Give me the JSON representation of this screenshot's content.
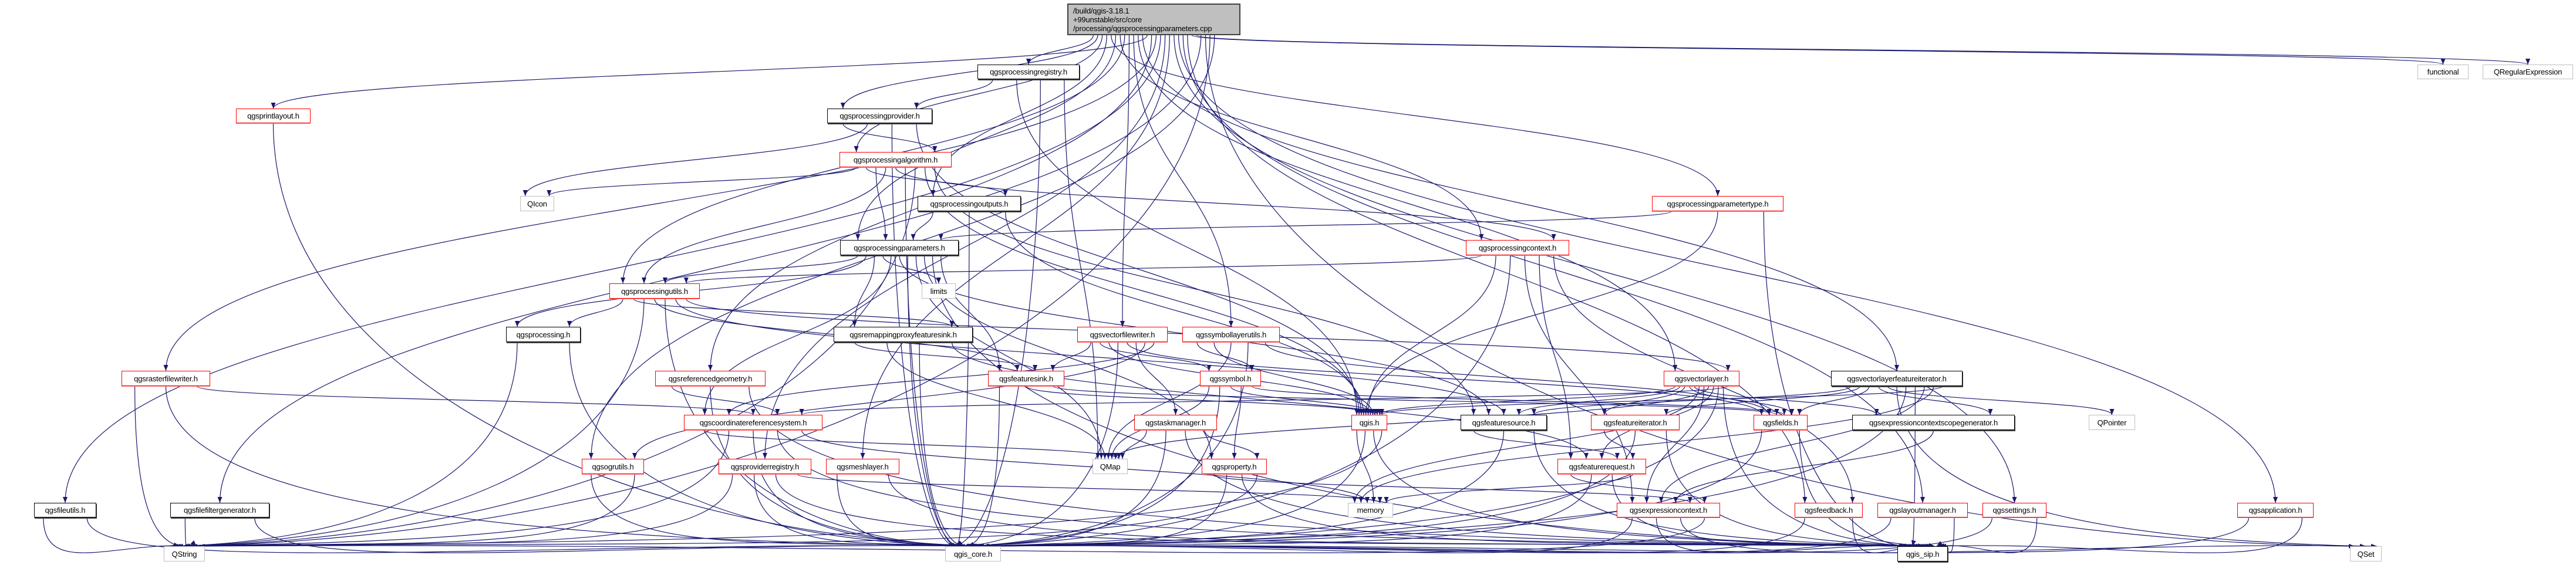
{
  "colors": {
    "edge": "#191970",
    "root_fill": "#bfbfbf",
    "truncated_border": "#ff0000",
    "documented_border": "#000000",
    "external_border": "#bfbfbf"
  },
  "graph": {
    "nodes": [
      {
        "id": "cpp",
        "label": "/build/qgis-3.18.1\n+99unstable/src/core\n/processing/qgsprocessingparameters.cpp",
        "kind": "root"
      },
      {
        "id": "reg",
        "label": "qgsprocessingregistry.h",
        "kind": "documented"
      },
      {
        "id": "functional",
        "label": "functional",
        "kind": "external"
      },
      {
        "id": "qre",
        "label": "QRegularExpression",
        "kind": "external"
      },
      {
        "id": "printlayout",
        "label": "qgsprintlayout.h",
        "kind": "truncated"
      },
      {
        "id": "provider",
        "label": "qgsprocessingprovider.h",
        "kind": "documented"
      },
      {
        "id": "algorithm",
        "label": "qgsprocessingalgorithm.h",
        "kind": "truncated"
      },
      {
        "id": "qicon",
        "label": "QIcon",
        "kind": "external"
      },
      {
        "id": "outputs",
        "label": "qgsprocessingoutputs.h",
        "kind": "documented"
      },
      {
        "id": "ptype",
        "label": "qgsprocessingparametertype.h",
        "kind": "truncated"
      },
      {
        "id": "params",
        "label": "qgsprocessingparameters.h",
        "kind": "documented"
      },
      {
        "id": "context",
        "label": "qgsprocessingcontext.h",
        "kind": "truncated"
      },
      {
        "id": "utils",
        "label": "qgsprocessingutils.h",
        "kind": "truncated"
      },
      {
        "id": "limits",
        "label": "limits",
        "kind": "external"
      },
      {
        "id": "processing",
        "label": "qgsprocessing.h",
        "kind": "documented"
      },
      {
        "id": "remap",
        "label": "qgsremappingproxyfeaturesink.h",
        "kind": "documented"
      },
      {
        "id": "vfw",
        "label": "qgsvectorfilewriter.h",
        "kind": "truncated"
      },
      {
        "id": "slu",
        "label": "qgssymbollayerutils.h",
        "kind": "truncated"
      },
      {
        "id": "rfw",
        "label": "qgsrasterfilewriter.h",
        "kind": "truncated"
      },
      {
        "id": "refgeom",
        "label": "qgsreferencedgeometry.h",
        "kind": "truncated"
      },
      {
        "id": "fsink",
        "label": "qgsfeaturesink.h",
        "kind": "truncated"
      },
      {
        "id": "symbol",
        "label": "qgssymbol.h",
        "kind": "truncated"
      },
      {
        "id": "vlayer",
        "label": "qgsvectorlayer.h",
        "kind": "truncated"
      },
      {
        "id": "vlfi",
        "label": "qgsvectorlayerfeatureiterator.h",
        "kind": "documented"
      },
      {
        "id": "crs",
        "label": "qgscoordinatereferencesystem.h",
        "kind": "truncated"
      },
      {
        "id": "task",
        "label": "qgstaskmanager.h",
        "kind": "truncated"
      },
      {
        "id": "qgis",
        "label": "qgis.h",
        "kind": "truncated"
      },
      {
        "id": "fsource",
        "label": "qgsfeaturesource.h",
        "kind": "documented"
      },
      {
        "id": "fiter",
        "label": "qgsfeatureiterator.h",
        "kind": "truncated"
      },
      {
        "id": "fields",
        "label": "qgsfields.h",
        "kind": "truncated"
      },
      {
        "id": "ecsg",
        "label": "qgsexpressioncontextscopegenerator.h",
        "kind": "documented"
      },
      {
        "id": "qpointer",
        "label": "QPointer",
        "kind": "external"
      },
      {
        "id": "ogr",
        "label": "qgsogrutils.h",
        "kind": "truncated"
      },
      {
        "id": "provreg",
        "label": "qgsproviderregistry.h",
        "kind": "truncated"
      },
      {
        "id": "mesh",
        "label": "qgsmeshlayer.h",
        "kind": "truncated"
      },
      {
        "id": "qmap",
        "label": "QMap",
        "kind": "external"
      },
      {
        "id": "property",
        "label": "qgsproperty.h",
        "kind": "truncated"
      },
      {
        "id": "freq",
        "label": "qgsfeaturerequest.h",
        "kind": "truncated"
      },
      {
        "id": "fileutils",
        "label": "qgsfileutils.h",
        "kind": "documented"
      },
      {
        "id": "ffg",
        "label": "qgsfilefiltergenerator.h",
        "kind": "documented"
      },
      {
        "id": "memory",
        "label": "memory",
        "kind": "external"
      },
      {
        "id": "ectx",
        "label": "qgsexpressioncontext.h",
        "kind": "truncated"
      },
      {
        "id": "feedback",
        "label": "qgsfeedback.h",
        "kind": "truncated"
      },
      {
        "id": "layoutmgr",
        "label": "qgslayoutmanager.h",
        "kind": "truncated"
      },
      {
        "id": "settings",
        "label": "qgssettings.h",
        "kind": "truncated"
      },
      {
        "id": "app",
        "label": "qgsapplication.h",
        "kind": "truncated"
      },
      {
        "id": "qstring",
        "label": "QString",
        "kind": "external"
      },
      {
        "id": "core",
        "label": "qgis_core.h",
        "kind": "external"
      },
      {
        "id": "sip",
        "label": "qgis_sip.h",
        "kind": "documented"
      },
      {
        "id": "qset",
        "label": "QSet",
        "kind": "external"
      }
    ],
    "edges": [
      [
        "cpp",
        "reg"
      ],
      [
        "cpp",
        "provider"
      ],
      [
        "cpp",
        "algorithm"
      ],
      [
        "cpp",
        "outputs"
      ],
      [
        "cpp",
        "ptype"
      ],
      [
        "cpp",
        "params"
      ],
      [
        "cpp",
        "context"
      ],
      [
        "cpp",
        "utils"
      ],
      [
        "cpp",
        "vfw"
      ],
      [
        "cpp",
        "slu"
      ],
      [
        "cpp",
        "vlayer"
      ],
      [
        "cpp",
        "vlfi"
      ],
      [
        "cpp",
        "printlayout"
      ],
      [
        "cpp",
        "refgeom"
      ],
      [
        "cpp",
        "rfw"
      ],
      [
        "cpp",
        "fileutils"
      ],
      [
        "cpp",
        "provreg"
      ],
      [
        "cpp",
        "mesh"
      ],
      [
        "cpp",
        "settings"
      ],
      [
        "cpp",
        "app"
      ],
      [
        "cpp",
        "layoutmgr"
      ],
      [
        "cpp",
        "feedback"
      ],
      [
        "cpp",
        "functional"
      ],
      [
        "cpp",
        "qre"
      ],
      [
        "cpp",
        "ffg"
      ],
      [
        "cpp",
        "qset"
      ],
      [
        "cpp",
        "qstring"
      ],
      [
        "cpp",
        "ogr"
      ],
      [
        "reg",
        "provider"
      ],
      [
        "reg",
        "qgis"
      ],
      [
        "reg",
        "core"
      ],
      [
        "reg",
        "qmap"
      ],
      [
        "provider",
        "algorithm"
      ],
      [
        "provider",
        "qicon"
      ],
      [
        "provider",
        "core"
      ],
      [
        "provider",
        "qgis"
      ],
      [
        "algorithm",
        "qicon"
      ],
      [
        "algorithm",
        "outputs"
      ],
      [
        "algorithm",
        "params"
      ],
      [
        "algorithm",
        "utils"
      ],
      [
        "algorithm",
        "context"
      ],
      [
        "algorithm",
        "core"
      ],
      [
        "algorithm",
        "qstring"
      ],
      [
        "algorithm",
        "qgis"
      ],
      [
        "algorithm",
        "fsource"
      ],
      [
        "outputs",
        "params"
      ],
      [
        "outputs",
        "core"
      ],
      [
        "outputs",
        "qgis"
      ],
      [
        "ptype",
        "params"
      ],
      [
        "ptype",
        "qgis"
      ],
      [
        "ptype",
        "sip"
      ],
      [
        "params",
        "utils"
      ],
      [
        "params",
        "processing"
      ],
      [
        "params",
        "remap"
      ],
      [
        "params",
        "limits"
      ],
      [
        "params",
        "crs"
      ],
      [
        "params",
        "fsource"
      ],
      [
        "params",
        "core"
      ],
      [
        "params",
        "qmap"
      ],
      [
        "params",
        "property"
      ],
      [
        "params",
        "sip"
      ],
      [
        "params",
        "fsink"
      ],
      [
        "context",
        "utils"
      ],
      [
        "context",
        "qgis"
      ],
      [
        "context",
        "core"
      ],
      [
        "context",
        "ectx"
      ],
      [
        "context",
        "freq"
      ],
      [
        "context",
        "feedback"
      ],
      [
        "utils",
        "processing"
      ],
      [
        "utils",
        "remap"
      ],
      [
        "utils",
        "qstring"
      ],
      [
        "utils",
        "fsink"
      ],
      [
        "utils",
        "core"
      ],
      [
        "utils",
        "fsource"
      ],
      [
        "utils",
        "vlayer"
      ],
      [
        "processing",
        "qstring"
      ],
      [
        "processing",
        "core"
      ],
      [
        "remap",
        "fsink"
      ],
      [
        "remap",
        "qmap"
      ],
      [
        "remap",
        "core"
      ],
      [
        "remap",
        "freq"
      ],
      [
        "vfw",
        "fsink"
      ],
      [
        "vfw",
        "symbol"
      ],
      [
        "vfw",
        "qgis"
      ],
      [
        "vfw",
        "core"
      ],
      [
        "vfw",
        "fields"
      ],
      [
        "vfw",
        "task"
      ],
      [
        "vfw",
        "ogr"
      ],
      [
        "vfw",
        "crs"
      ],
      [
        "slu",
        "symbol"
      ],
      [
        "slu",
        "qgis"
      ],
      [
        "slu",
        "qmap"
      ],
      [
        "slu",
        "core"
      ],
      [
        "slu",
        "fields"
      ],
      [
        "rfw",
        "qstring"
      ],
      [
        "rfw",
        "core"
      ],
      [
        "rfw",
        "crs"
      ],
      [
        "refgeom",
        "crs"
      ],
      [
        "refgeom",
        "core"
      ],
      [
        "refgeom",
        "sip"
      ],
      [
        "fsink",
        "core"
      ],
      [
        "fsink",
        "qgis"
      ],
      [
        "fsink",
        "fields"
      ],
      [
        "symbol",
        "qmap"
      ],
      [
        "symbol",
        "core"
      ],
      [
        "symbol",
        "qgis"
      ],
      [
        "symbol",
        "property"
      ],
      [
        "symbol",
        "fields"
      ],
      [
        "vlayer",
        "qgis"
      ],
      [
        "vlayer",
        "fsource"
      ],
      [
        "vlayer",
        "fiter"
      ],
      [
        "vlayer",
        "fields"
      ],
      [
        "vlayer",
        "ecsg"
      ],
      [
        "vlayer",
        "freq"
      ],
      [
        "vlayer",
        "ectx"
      ],
      [
        "vlayer",
        "qmap"
      ],
      [
        "vlayer",
        "memory"
      ],
      [
        "vlayer",
        "core"
      ],
      [
        "vlayer",
        "sip"
      ],
      [
        "vlayer",
        "crs"
      ],
      [
        "vlfi",
        "fsource"
      ],
      [
        "vlfi",
        "fiter"
      ],
      [
        "vlfi",
        "fields"
      ],
      [
        "vlfi",
        "ecsg"
      ],
      [
        "vlfi",
        "qpointer"
      ],
      [
        "vlfi",
        "qset"
      ],
      [
        "vlfi",
        "core"
      ],
      [
        "vlfi",
        "sip"
      ],
      [
        "vlfi",
        "ectx"
      ],
      [
        "vlfi",
        "memory"
      ],
      [
        "vlfi",
        "qgis"
      ],
      [
        "crs",
        "qmap"
      ],
      [
        "crs",
        "qstring"
      ],
      [
        "crs",
        "core"
      ],
      [
        "crs",
        "sip"
      ],
      [
        "crs",
        "memory"
      ],
      [
        "task",
        "qmap"
      ],
      [
        "task",
        "core"
      ],
      [
        "task",
        "sip"
      ],
      [
        "task",
        "property"
      ],
      [
        "qgis",
        "memory"
      ],
      [
        "qgis",
        "core"
      ],
      [
        "qgis",
        "sip"
      ],
      [
        "qgis",
        "qstring"
      ],
      [
        "fsource",
        "freq"
      ],
      [
        "fsource",
        "core"
      ],
      [
        "fsource",
        "sip"
      ],
      [
        "fiter",
        "freq"
      ],
      [
        "fiter",
        "core"
      ],
      [
        "fiter",
        "sip"
      ],
      [
        "fields",
        "core"
      ],
      [
        "fields",
        "sip"
      ],
      [
        "ecsg",
        "ectx"
      ],
      [
        "ogr",
        "core"
      ],
      [
        "ogr",
        "qstring"
      ],
      [
        "provreg",
        "qstring"
      ],
      [
        "provreg",
        "core"
      ],
      [
        "provreg",
        "sip"
      ],
      [
        "provreg",
        "memory"
      ],
      [
        "mesh",
        "core"
      ],
      [
        "mesh",
        "sip"
      ],
      [
        "property",
        "ectx"
      ],
      [
        "property",
        "core"
      ],
      [
        "property",
        "sip"
      ],
      [
        "property",
        "qstring"
      ],
      [
        "freq",
        "ectx"
      ],
      [
        "freq",
        "core"
      ],
      [
        "freq",
        "sip"
      ],
      [
        "freq",
        "memory"
      ],
      [
        "fileutils",
        "qstring"
      ],
      [
        "fileutils",
        "core"
      ],
      [
        "ffg",
        "qstring"
      ],
      [
        "ffg",
        "core"
      ],
      [
        "ectx",
        "core"
      ],
      [
        "ectx",
        "sip"
      ],
      [
        "ectx",
        "qset"
      ],
      [
        "ectx",
        "qstring"
      ],
      [
        "feedback",
        "core"
      ],
      [
        "feedback",
        "sip"
      ],
      [
        "layoutmgr",
        "core"
      ],
      [
        "layoutmgr",
        "sip"
      ],
      [
        "settings",
        "core"
      ],
      [
        "settings",
        "sip"
      ],
      [
        "app",
        "core"
      ],
      [
        "app",
        "sip"
      ],
      [
        "printlayout",
        "core"
      ]
    ]
  }
}
